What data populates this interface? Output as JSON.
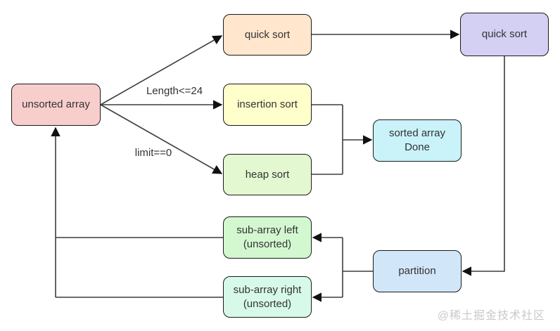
{
  "diagram": {
    "background": "#ffffff",
    "stroke_color": "#3d3d3d",
    "nodes": {
      "unsorted_array": {
        "label": "unsorted array",
        "fill": "#f8cecc"
      },
      "quick_sort_top": {
        "label": "quick sort",
        "fill": "#ffe6cc"
      },
      "quick_sort_right": {
        "label": "quick sort",
        "fill": "#d4d0f3"
      },
      "insertion_sort": {
        "label": "insertion sort",
        "fill": "#ffffcc"
      },
      "heap_sort": {
        "label": "heap sort",
        "fill": "#e3f8d0"
      },
      "sorted_array": {
        "line1": "sorted array",
        "line2": "Done",
        "fill": "#c9f2f9"
      },
      "sub_array_left": {
        "line1": "sub-array left",
        "line2": "(unsorted)",
        "fill": "#d3f8d0"
      },
      "sub_array_right": {
        "line1": "sub-array right",
        "line2": "(unsorted)",
        "fill": "#d7f9e9"
      },
      "partition": {
        "label": "partition",
        "fill": "#d2e6f9"
      }
    },
    "edge_labels": {
      "length_condition": "Length<=24",
      "limit_condition": "limit==0"
    },
    "watermark": "@稀土掘金技术社区"
  }
}
